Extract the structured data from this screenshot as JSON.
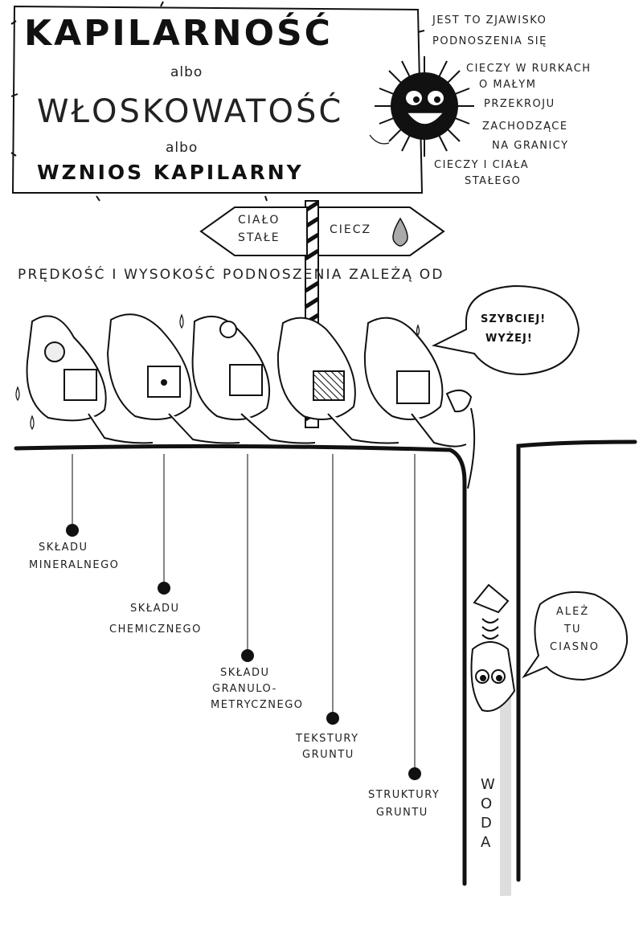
{
  "sign": {
    "title1": "KAPILARNOŚĆ",
    "or1": "albo",
    "title2": "WŁOSKOWATOŚĆ",
    "or2": "albo",
    "title3": "WZNIOS KAPILARNY"
  },
  "definition": [
    "JEST TO ZJAWISKO",
    "PODNOSZENIA SIĘ",
    "CIECZY W RURKACH",
    "O MAŁYM",
    "PRZEKROJU",
    "ZACHODZĄCE",
    "NA GRANICY",
    "CIECZY I CIAŁA",
    "STAŁEGO"
  ],
  "signpost": {
    "left_line1": "CIAŁO",
    "left_line2": "STAŁE",
    "right": "CIECZ"
  },
  "headline": "PRĘDKOŚĆ I WYSOKOŚĆ PODNOSZENIA ZALEŻĄ OD",
  "speech1": {
    "line1": "SZYBCIEJ!",
    "line2": "WYŻEJ!"
  },
  "speech2": {
    "line1": "ALEŻ",
    "line2": "TU",
    "line3": "CIASNO"
  },
  "factors": [
    {
      "lines": [
        "SKŁADU",
        "MINERALNEGO"
      ]
    },
    {
      "lines": [
        "SKŁADU",
        "CHEMICZNEGO"
      ]
    },
    {
      "lines": [
        "SKŁADU",
        "GRANULO-",
        "METRYCZNEGO"
      ]
    },
    {
      "lines": [
        "TEKSTURY",
        "GRUNTU"
      ]
    },
    {
      "lines": [
        "STRUKTURY",
        "GRUNTU"
      ]
    }
  ],
  "water_label": [
    "W",
    "O",
    "D",
    "A"
  ]
}
